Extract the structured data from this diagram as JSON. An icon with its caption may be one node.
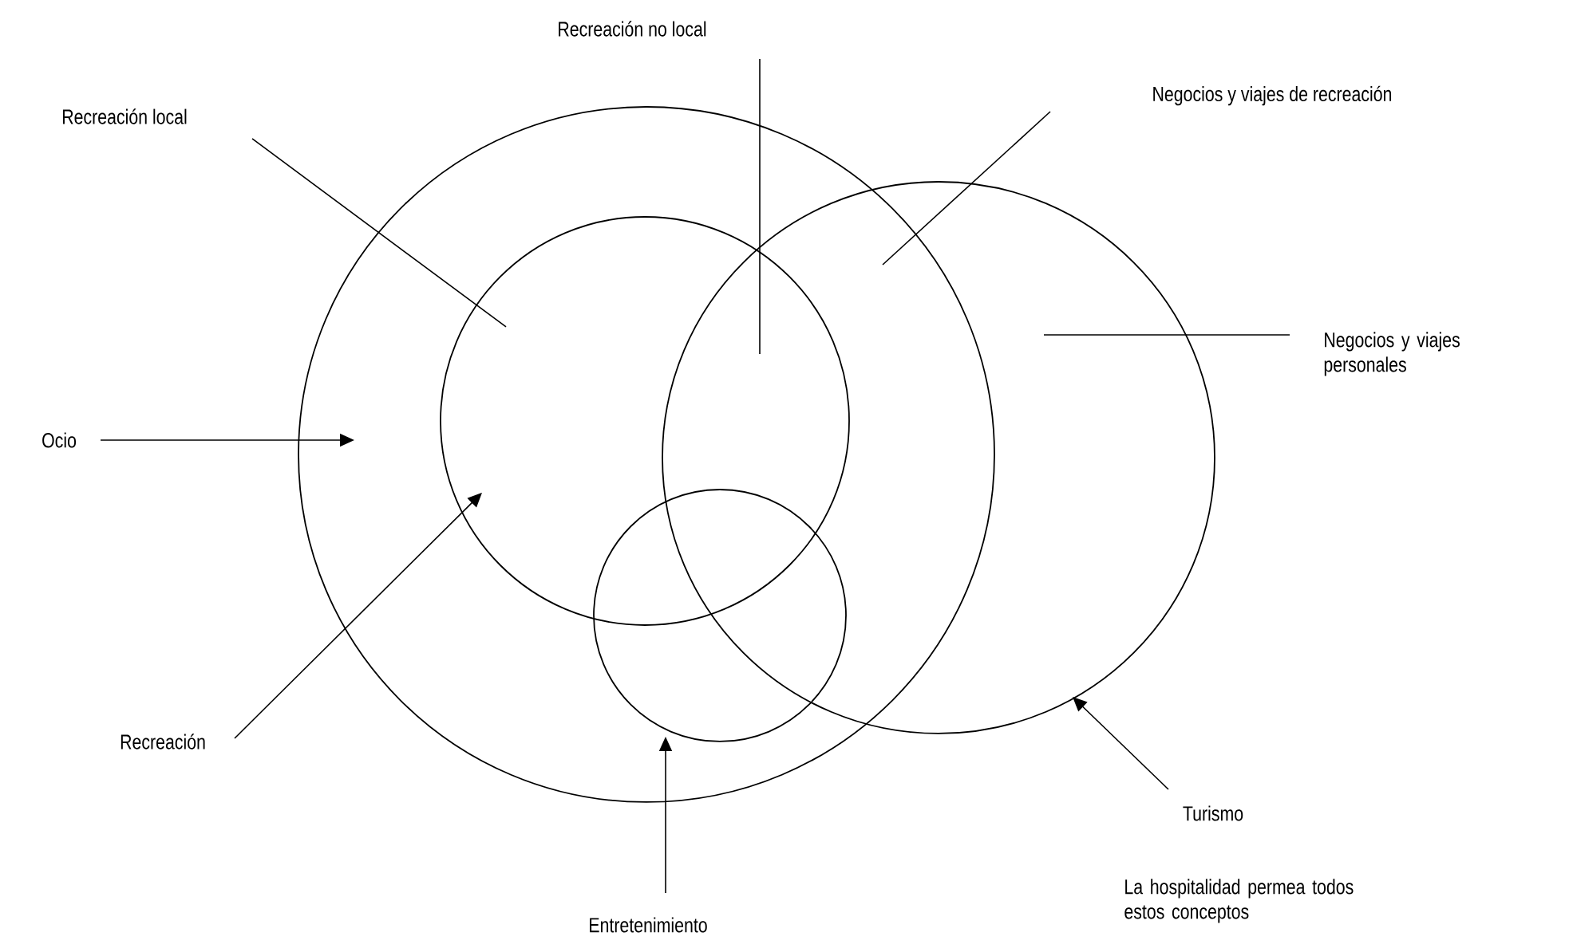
{
  "diagram": {
    "nodes": [
      {
        "text": [
          "Recreación no local"
        ]
      },
      {
        "text": [
          "Recreación local"
        ]
      },
      {
        "text": [
          "Negocios y viajes de recreación"
        ]
      },
      {
        "text": [
          "Negocios y viajes personales"
        ]
      },
      {
        "text": [
          "Ocio"
        ]
      },
      {
        "text": [
          "Recreación"
        ]
      },
      {
        "text": [
          "Turismo"
        ]
      },
      {
        "text": [
          "Entretenimiento"
        ]
      },
      {
        "text": [],
        "shape": "circle"
      },
      {
        "text": [],
        "shape": "circle"
      },
      {
        "text": [],
        "shape": "circle",
        "in": 8
      },
      {
        "text": [],
        "shape": "circle",
        "in": 8
      }
    ],
    "edges": [
      {
        "from": 0,
        "to": 10,
        "arrow": "none"
      },
      {
        "from": 1,
        "to": 10,
        "arrow": "none"
      },
      {
        "from": 2,
        "to": 9,
        "arrow": "none"
      },
      {
        "from": 3,
        "to": 9,
        "arrow": "none"
      },
      {
        "from": 4,
        "to": 8,
        "arrow": "to"
      },
      {
        "from": 5,
        "to": 10,
        "arrow": "to"
      },
      {
        "from": 6,
        "to": 9,
        "arrow": "to"
      },
      {
        "from": 7,
        "to": 11,
        "arrow": "to"
      }
    ],
    "labels": [
      "La hospitalidad permea todos estos conceptos"
    ]
  }
}
